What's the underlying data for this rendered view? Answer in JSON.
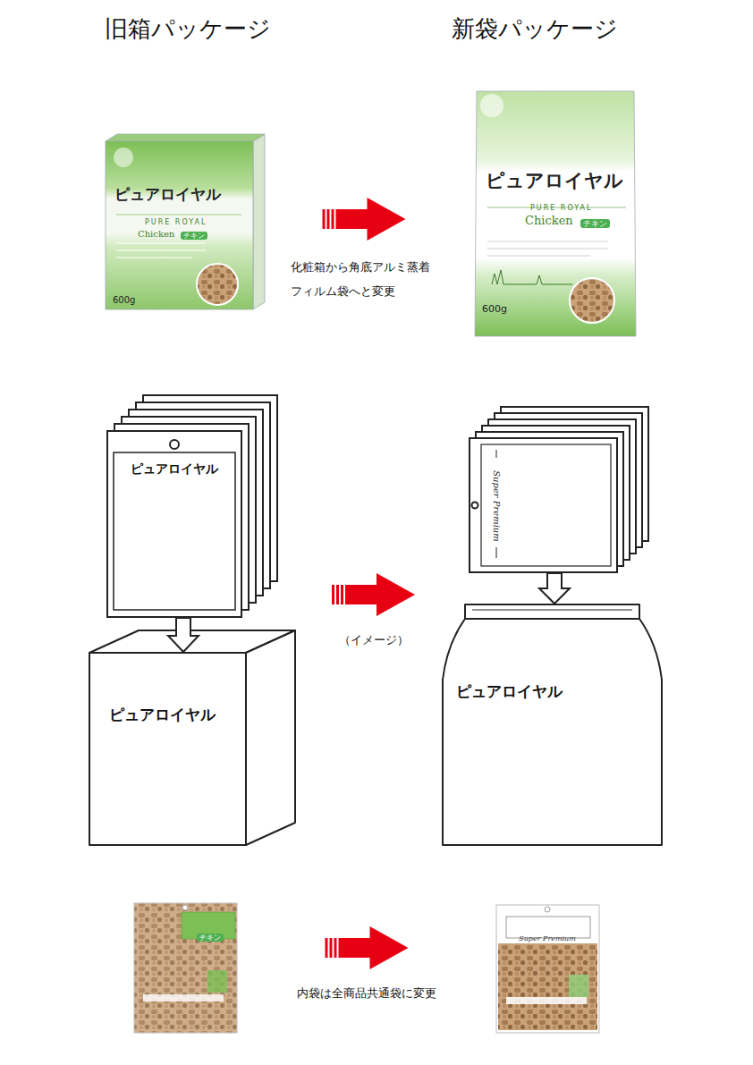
{
  "diagram": {
    "nodes": [
      {
        "text": [
          "ピュアロイヤル",
          "PURE ROYAL",
          "Chicken",
          "チキン",
          "600g"
        ]
      },
      {
        "text": [
          "ピュアロイヤル",
          "PURE ROYAL",
          "Chicken",
          "チキン",
          "600g"
        ]
      },
      {
        "text": [
          "ピュアロイヤル"
        ]
      },
      {
        "text": [
          "ピュアロイヤル"
        ]
      },
      {
        "text": [
          "Super Premium"
        ]
      },
      {
        "text": [
          "ピュアロイヤル"
        ]
      },
      {
        "text": [
          "チキン"
        ]
      },
      {
        "text": [
          "Super Premium"
        ]
      }
    ],
    "edges": [
      {
        "from": 0,
        "to": 1,
        "arrow": "to",
        "label": "化粧箱から角底アルミ蒸着 フィルム袋へと変更"
      },
      {
        "from": 2,
        "to": 3,
        "arrow": "to"
      },
      {
        "from": 2,
        "to": 4,
        "arrow": "to",
        "label": "（イメージ）"
      },
      {
        "from": 4,
        "to": 5,
        "arrow": "to"
      },
      {
        "from": 6,
        "to": 7,
        "arrow": "to",
        "label": "内袋は全商品共通袋に変更"
      }
    ],
    "labels": [
      "旧箱パッケージ",
      "新袋パッケージ"
    ]
  }
}
